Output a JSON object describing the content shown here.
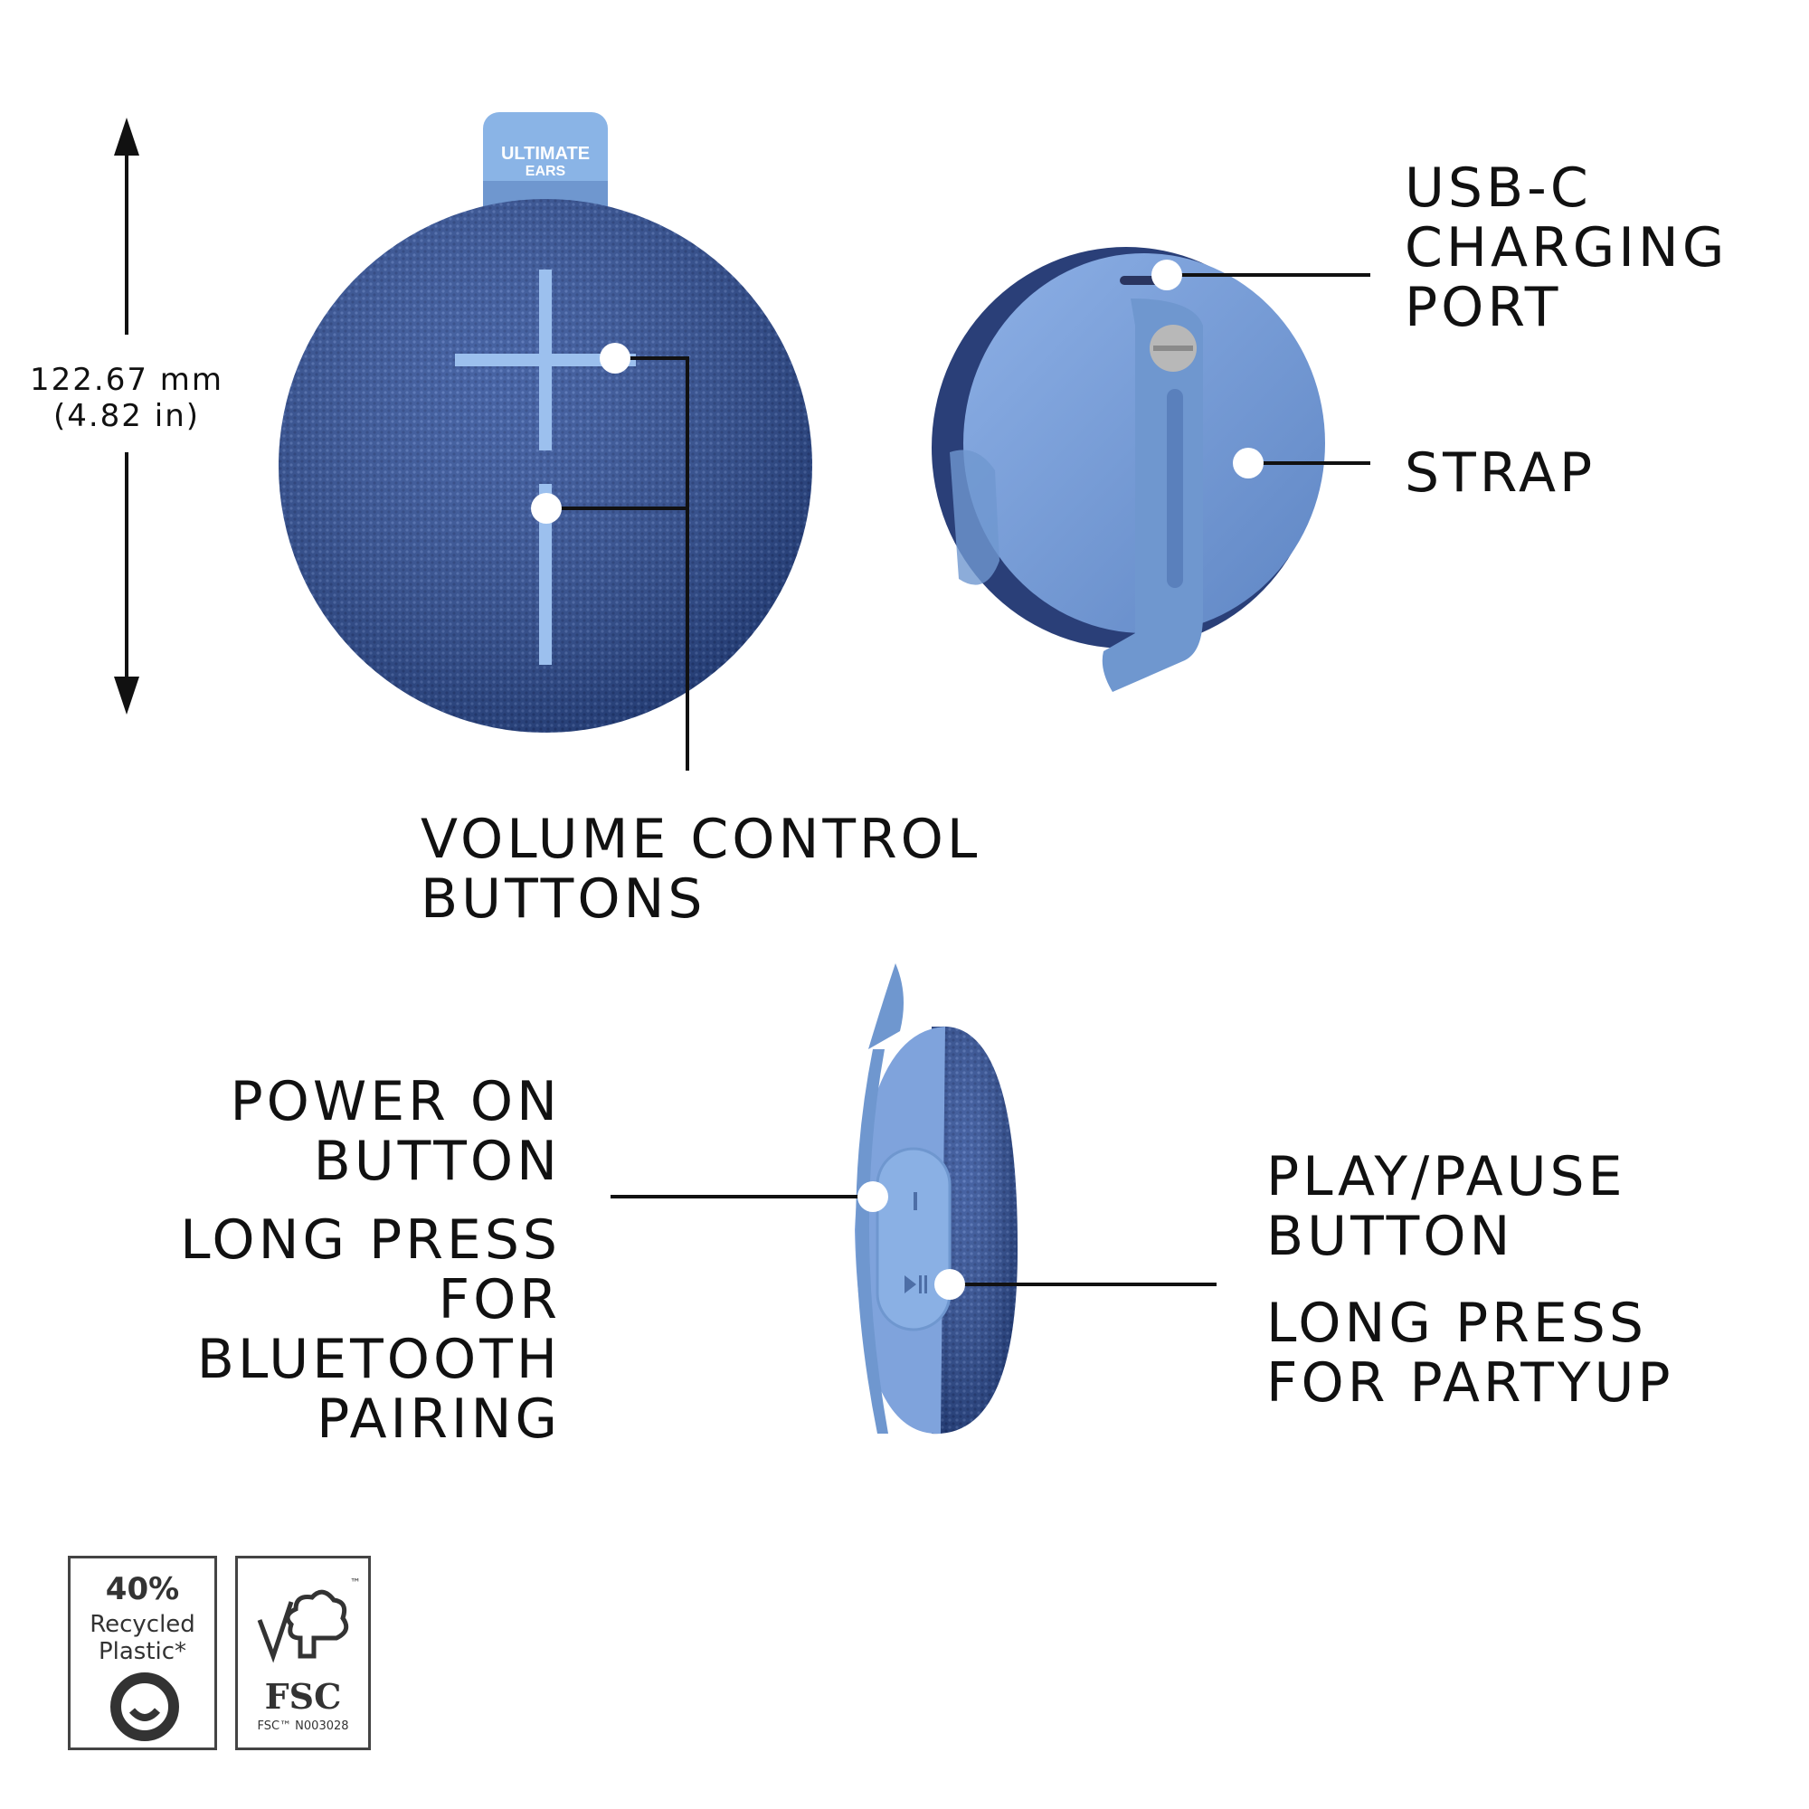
{
  "dimension": {
    "line1": "122.67 mm",
    "line2": "(4.82 in)"
  },
  "brand": {
    "line1": "ULTIMATE",
    "line2": "EARS"
  },
  "callouts": {
    "usb": "USB-C\nCHARGING\nPORT",
    "strap": "STRAP",
    "volume": "VOLUME CONTROL\nBUTTONS",
    "power_title": "POWER ON\nBUTTON",
    "power_desc": "LONG PRESS\nFOR\nBLUETOOTH\nPAIRING",
    "play_title": "PLAY/PAUSE\nBUTTON",
    "play_desc": "LONG PRESS\nFOR PARTYUP"
  },
  "badges": {
    "recycled": {
      "percent": "40%",
      "line1": "Recycled",
      "line2": "Plastic*"
    },
    "fsc": {
      "name": "FSC",
      "tm": "™",
      "code": "FSC™ N003028"
    }
  },
  "colors": {
    "fabric": "#2f4f98",
    "fabric_dark": "#253f80",
    "body_light": "#7fa3dc",
    "strap": "#6f97cf",
    "button": "#9cc0ee",
    "line": "#111111"
  }
}
